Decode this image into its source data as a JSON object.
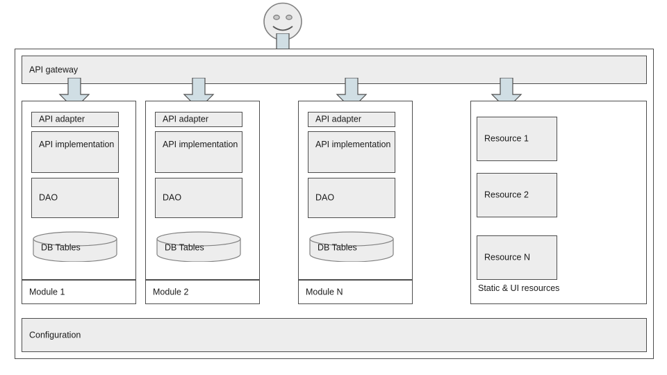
{
  "diagram": {
    "title_text": "",
    "actor": {
      "icon": "smiley-face-icon",
      "label": ""
    },
    "gateway": {
      "label": "API gateway"
    },
    "configuration": {
      "label": "Configuration"
    },
    "module_block_labels": [
      "API adapter",
      "API implementation",
      "DAO"
    ],
    "db_label": "DB Tables",
    "modules": [
      {
        "name": "Module 1"
      },
      {
        "name": "Module 2"
      },
      {
        "name": "Module N"
      }
    ],
    "static_panel": {
      "label": "Static & UI resources",
      "resources": [
        "Resource 1",
        "Resource 2",
        "Resource N"
      ]
    },
    "arrows": [
      {
        "name": "actor-to-gateway"
      },
      {
        "name": "gateway-to-module-1"
      },
      {
        "name": "gateway-to-module-2"
      },
      {
        "name": "gateway-to-module-n"
      },
      {
        "name": "gateway-to-static-resources"
      }
    ],
    "colors": {
      "box_fill": "#ededed",
      "box_stroke": "#4d4d4d",
      "panel_fill": "#ffffff",
      "arrow_fill": "#d0dee4",
      "arrow_stroke": "#4d4d4d",
      "actor_fill": "#ececec",
      "actor_stroke": "#808080",
      "page_bg": "#ffffff"
    }
  }
}
